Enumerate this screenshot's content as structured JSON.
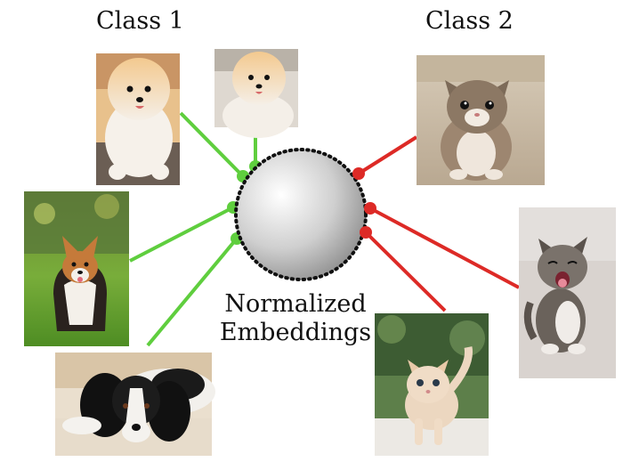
{
  "titles": {
    "class1": "Class 1",
    "class2": "Class 2"
  },
  "center_label": {
    "line1": "Normalized",
    "line2": "Embeddings"
  },
  "colors": {
    "class1": "#5fce3e",
    "class2": "#dd2a26",
    "sphere_border": "#111111"
  },
  "images": {
    "class1": [
      "pomeranian-dog",
      "pomeranian-dog-small",
      "corgi-dog",
      "spaniel-dog"
    ],
    "class2": [
      "tabby-kitten",
      "yawning-kitten",
      "cream-kitten"
    ]
  }
}
